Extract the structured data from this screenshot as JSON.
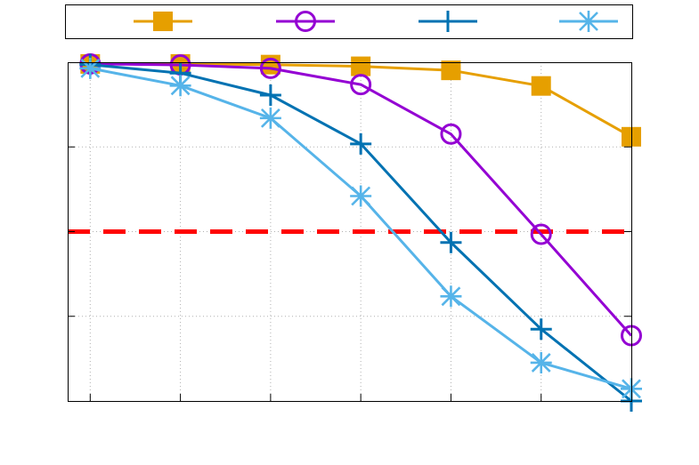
{
  "chart_data": {
    "type": "line",
    "title": "",
    "xlabel": "",
    "ylabel": "",
    "x": [
      0,
      1,
      2,
      3,
      4,
      5,
      6
    ],
    "xlim": [
      -0.25,
      6
    ],
    "ylim": [
      0,
      1
    ],
    "grid": true,
    "legend_position": "top",
    "series": [
      {
        "values": [
          0.995,
          0.995,
          0.993,
          0.988,
          0.976,
          0.93,
          0.78
        ],
        "color": "#e69f00",
        "marker": "filled-square"
      },
      {
        "values": [
          0.995,
          0.992,
          0.982,
          0.934,
          0.788,
          0.492,
          0.193
        ],
        "color": "#9400d3",
        "marker": "open-circle"
      },
      {
        "values": [
          0.993,
          0.968,
          0.903,
          0.759,
          0.468,
          0.212,
          0.0
        ],
        "color": "#0072b2",
        "marker": "plus"
      },
      {
        "values": [
          0.982,
          0.931,
          0.835,
          0.605,
          0.309,
          0.113,
          0.036
        ],
        "color": "#56b4e9",
        "marker": "asterisk"
      }
    ],
    "reference_line": {
      "y": 0.5,
      "color": "#ff0000",
      "style": "dashed"
    }
  }
}
